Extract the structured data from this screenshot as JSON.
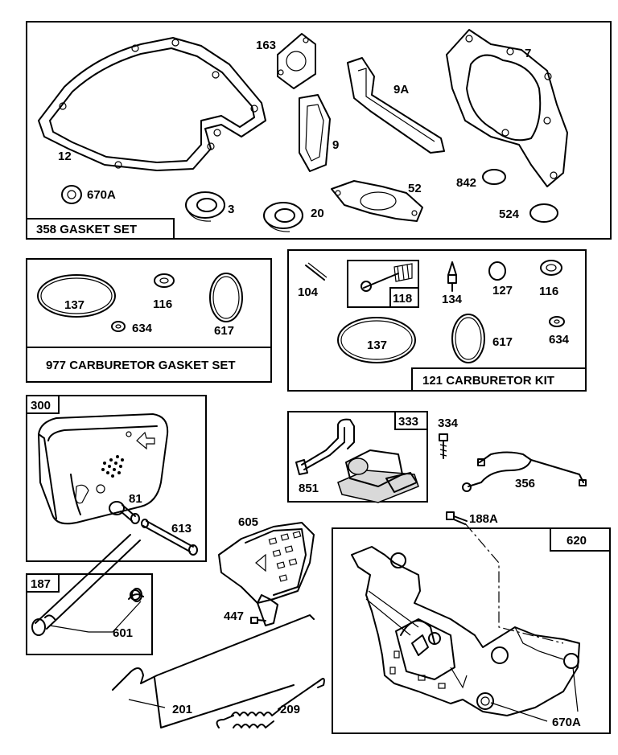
{
  "kits": {
    "gasket_set": {
      "title": "358 GASKET SET"
    },
    "carb_gasket_set": {
      "title": "977 CARBURETOR GASKET SET"
    },
    "carb_kit": {
      "title": "121 CARBURETOR KIT",
      "subkit": "118"
    },
    "muffler": {
      "tag": "300"
    },
    "armature": {
      "tag": "333"
    },
    "breather_tube": {
      "tag": "187"
    },
    "control_bracket": {
      "tag": "620"
    }
  },
  "parts": {
    "p163": "163",
    "p7": "7",
    "p9a": "9A",
    "p12": "12",
    "p9": "9",
    "p52": "52",
    "p842": "842",
    "p670a": "670A",
    "p3": "3",
    "p20": "20",
    "p524": "524",
    "c137": "137",
    "c116": "116",
    "c634": "634",
    "c617": "617",
    "k104": "104",
    "k134": "134",
    "k127": "127",
    "k116": "116",
    "k137": "137",
    "k617": "617",
    "k634": "634",
    "m81": "81",
    "m613": "613",
    "a334": "334",
    "a851": "851",
    "a356": "356",
    "b605": "605",
    "b447": "447",
    "b188a": "188A",
    "t601": "601",
    "r201": "201",
    "r209": "209",
    "r670a": "670A"
  }
}
